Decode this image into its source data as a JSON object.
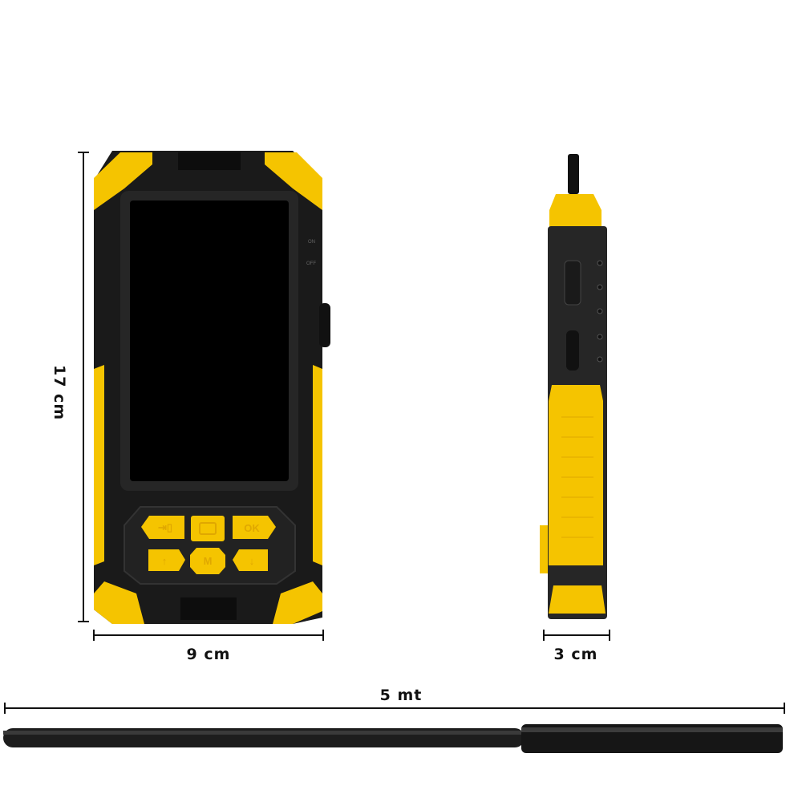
{
  "dimensions": {
    "height_label": "17 cm",
    "width_label": "9 cm",
    "depth_label": "3 cm",
    "cable_label": "5 mt"
  },
  "device": {
    "buttons": [
      {
        "icon": "playback-icon"
      },
      {
        "icon": "camera-icon"
      },
      {
        "label": "OK"
      },
      {
        "icon": "arrow-up-icon"
      },
      {
        "label": "M"
      },
      {
        "icon": "arrow-down-icon"
      }
    ],
    "switch_on": "ON",
    "switch_off": "OFF"
  },
  "colors": {
    "body": "#1a1a1a",
    "accent": "#f5c400",
    "screen": "#000000"
  }
}
